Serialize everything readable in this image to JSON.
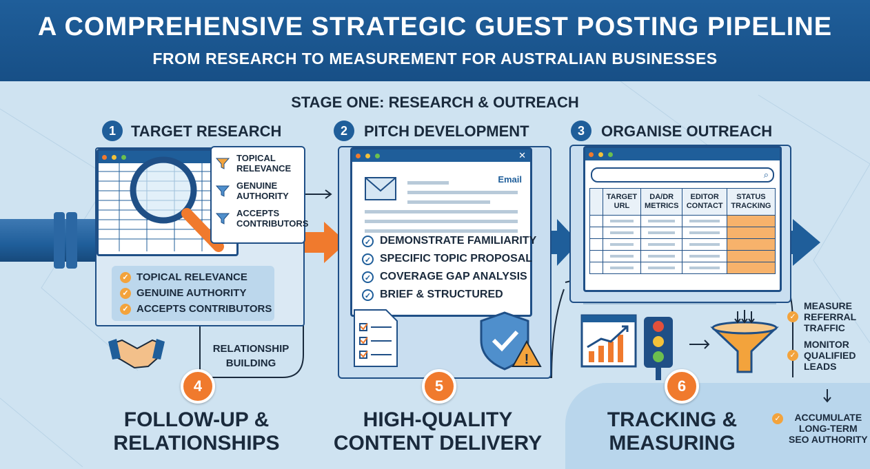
{
  "header": {
    "title": "A COMPREHENSIVE STRATEGIC GUEST POSTING PIPELINE",
    "subtitle": "FROM RESEARCH TO MEASUREMENT FOR AUSTRALIAN BUSINESSES"
  },
  "stage_label": "STAGE ONE: RESEARCH & OUTREACH",
  "steps": [
    {
      "num": "1",
      "title": "TARGET RESEARCH"
    },
    {
      "num": "2",
      "title": "PITCH DEVELOPMENT"
    },
    {
      "num": "3",
      "title": "ORGANISE OUTREACH"
    },
    {
      "num": "4",
      "title_line1": "FOLLOW-UP &",
      "title_line2": "RELATIONSHIPS"
    },
    {
      "num": "5",
      "title_line1": "HIGH-QUALITY",
      "title_line2": "CONTENT DELIVERY"
    },
    {
      "num": "6",
      "title_line1": "TRACKING &",
      "title_line2": "MEASURING"
    }
  ],
  "research_filters": [
    "TOPICAL RELEVANCE",
    "GENUINE AUTHORITY",
    "ACCEPTS CONTRIBUTORS"
  ],
  "research_filter_lines": [
    [
      "TOPICAL",
      "RELEVANCE"
    ],
    [
      "GENUINE",
      "AUTHORITY"
    ],
    [
      "ACCEPTS",
      "CONTRIBUTORS"
    ]
  ],
  "relationship_label": [
    "RELATIONSHIP",
    "BUILDING"
  ],
  "pitch": {
    "email_label": "Email",
    "checks": [
      "DEMONSTRATE FAMILIARITY",
      "SPECIFIC TOPIC PROPOSAL",
      "COVERAGE GAP ANALYSIS",
      "BRIEF & STRUCTURED"
    ]
  },
  "outreach_table": {
    "columns": [
      [
        "TARGET",
        "URL"
      ],
      [
        "DA/DR",
        "METRICS"
      ],
      [
        "EDITOR",
        "CONTACT"
      ],
      [
        "STATUS",
        "TRACKING"
      ]
    ]
  },
  "measure": {
    "items": [
      [
        "MEASURE",
        "REFERRAL",
        "TRAFFIC"
      ],
      [
        "MONITOR",
        "QUALIFIED",
        "LEADS"
      ]
    ],
    "result": [
      "ACCUMULATE",
      "LONG-TERM",
      "SEO AUTHORITY"
    ]
  },
  "colors": {
    "navy": "#1f5e9a",
    "orange": "#f07a2d",
    "bg": "#cfe3f1"
  }
}
